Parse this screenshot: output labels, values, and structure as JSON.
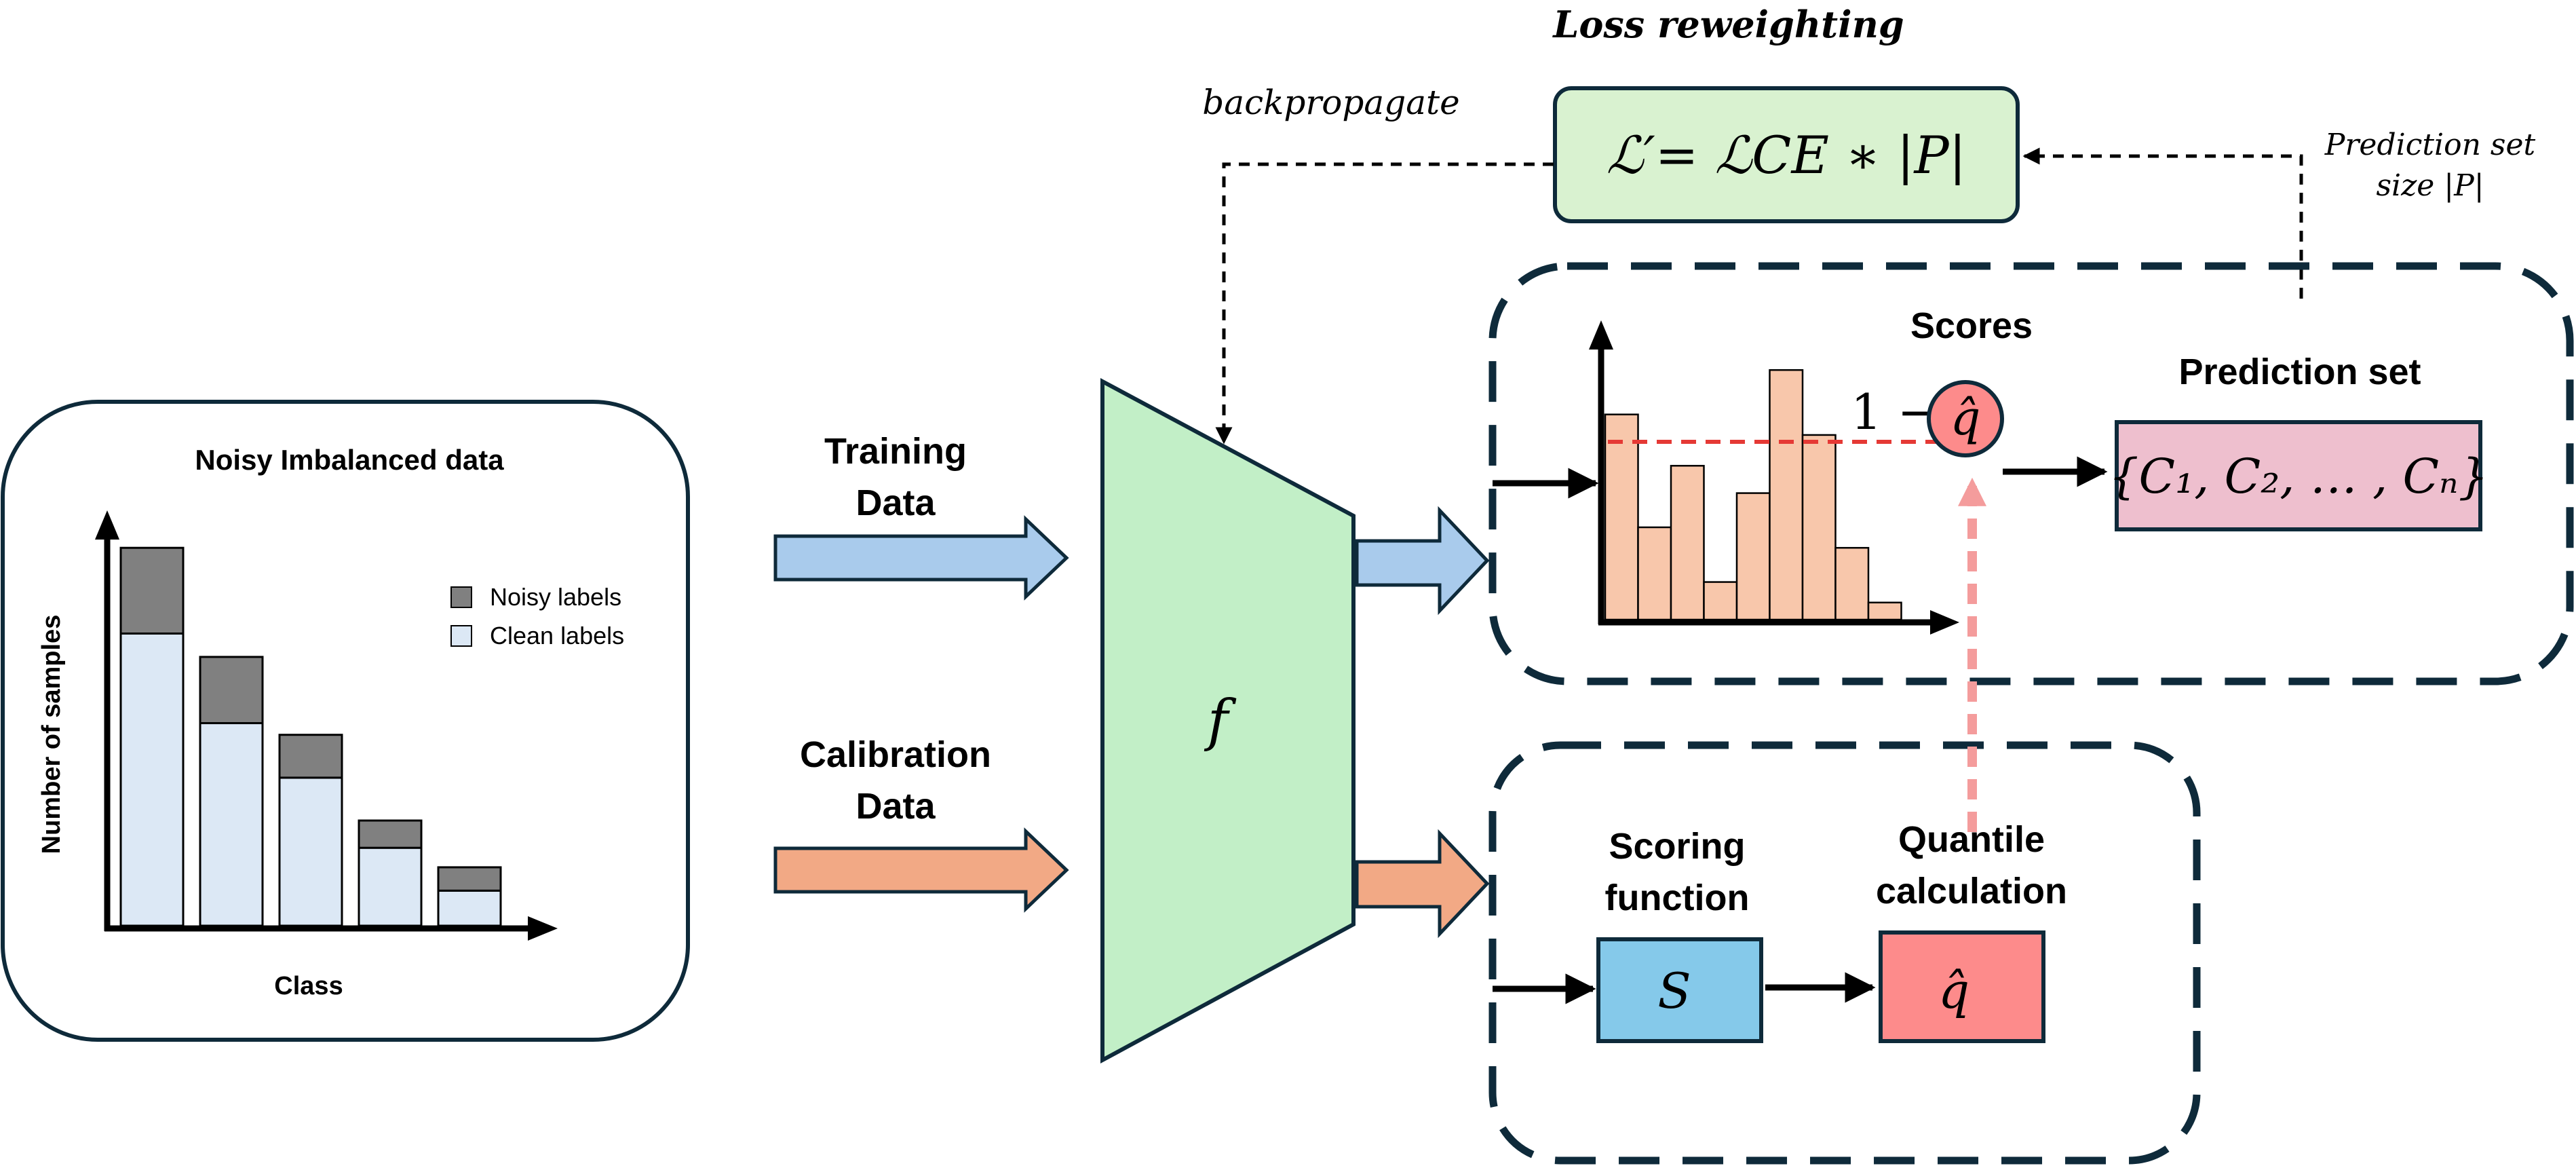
{
  "colors": {
    "clean": "#dce8f5",
    "noisy": "#808080",
    "training_arrow": "#a9cbec",
    "calibration_arrow": "#f2a985",
    "model": "#c2efc7",
    "loss_box": "#d9f2d0",
    "score_bars": "#f8c7ab",
    "qhat": "#fd8b8b",
    "scoring_box": "#85c9ea",
    "prediction_box": "#eebfce",
    "dashed_red": "#e53935",
    "dashed_pink": "#f49c9c",
    "outline": "#0e2a3a"
  },
  "left_panel": {
    "title": "Noisy Imbalanced data",
    "ylabel": "Number of samples",
    "xlabel": "Class",
    "legend": {
      "noisy": "Noisy labels",
      "clean": "Clean labels"
    }
  },
  "chart_data": [
    {
      "type": "bar",
      "stacked": true,
      "title": "Noisy Imbalanced data",
      "xlabel": "Class",
      "ylabel": "Number of samples",
      "legend": "top-right",
      "ylim": [
        0,
        100
      ],
      "series": [
        {
          "name": "Clean labels",
          "values": [
            75,
            52,
            38,
            20,
            9
          ]
        },
        {
          "name": "Noisy labels",
          "values": [
            22,
            17,
            11,
            7,
            6
          ]
        }
      ]
    },
    {
      "type": "bar",
      "title": "Scores",
      "ylim": [
        0,
        78
      ],
      "values": [
        60,
        27,
        45,
        11,
        37,
        73,
        54,
        21,
        5
      ],
      "threshold_label": "1 − q̂",
      "threshold_value": 52
    }
  ],
  "inputs": {
    "training": "Training\nData",
    "calibration": "Calibration\nData"
  },
  "model": {
    "label": "f"
  },
  "loss": {
    "title": "Loss reweighting",
    "formula": "ℒ′= ℒCE ∗ |P|",
    "backprop": "backpropagate"
  },
  "prediction": {
    "title": "Prediction set",
    "set": "{C₁, C₂, … , Cₙ}",
    "size_label": "Prediction set\nsize |P|"
  },
  "scores": {
    "title": "Scores",
    "threshold": "1 −",
    "qhat": "q̂"
  },
  "calibration": {
    "scoring_label": "Scoring\nfunction",
    "scoring_symbol": "S",
    "quantile_label": "Quantile\ncalculation",
    "quantile_symbol": "q̂"
  }
}
